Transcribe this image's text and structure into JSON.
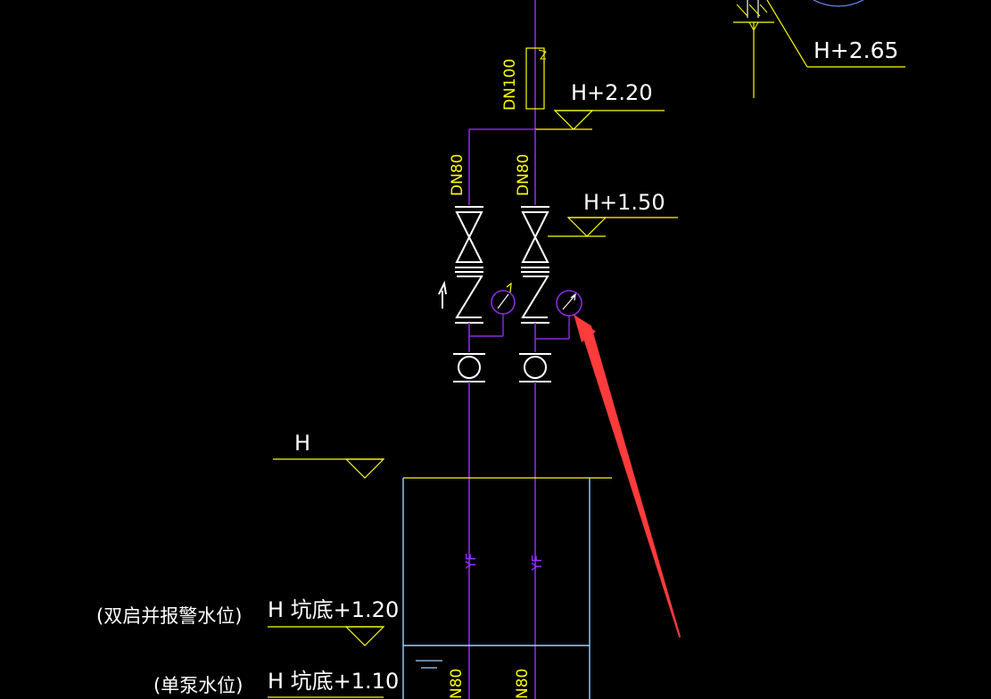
{
  "colors": {
    "background": "#000000",
    "pipe": "#8a2be2",
    "leader": "#ffff00",
    "symbol": "#ffffff",
    "tank": "#9fd3ff",
    "arrow": "#ff3b3b"
  },
  "elevations": {
    "top_right": "H+2.65",
    "upper": "H+2.20",
    "middle": "H+1.50",
    "water": "H",
    "dual_alarm": "H 坑底+1.20",
    "single_pump": "H 坑底+1.10"
  },
  "pipe_labels": {
    "main": "DN100",
    "left_branch": "DN80",
    "right_branch": "DN80",
    "left_bottom": "N80",
    "right_bottom": "N80",
    "left_code": "YF",
    "right_code": "YF"
  },
  "notes": {
    "dual_alarm": "(双启并报警水位)",
    "single_pump": "(单泵水位)"
  },
  "icons": {
    "gate_valve": "bowtie-valve-icon",
    "check_valve": "z-check-valve-icon",
    "pressure_gauge": "gauge-icon",
    "pump": "circle-pump-icon",
    "annotation_arrow": "red-arrow-icon"
  }
}
